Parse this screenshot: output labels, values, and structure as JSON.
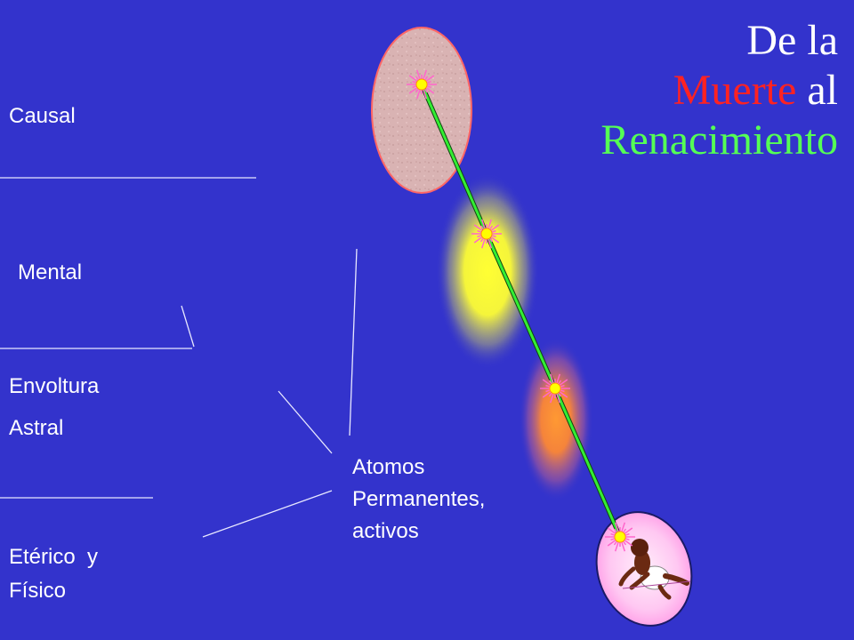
{
  "title": {
    "line1": "De la",
    "line2_red": "Muerte",
    "line2_white": "al",
    "line3": "Renacimiento"
  },
  "bodies": {
    "causal": "Causal",
    "mental": "Mental",
    "astral_1": "Envoltura",
    "astral_2": "Astral",
    "etheric_1": "Etérico  y",
    "etheric_2": "Físico"
  },
  "atoms_label": {
    "line1": "Atomos",
    "line2": "Permanentes,",
    "line3": "activos"
  },
  "colors": {
    "background": "#3333cc",
    "causal_body": "#d8b0b0",
    "mental_glow": "#ffff33",
    "astral_glow": "#ff8833",
    "physical_egg": "#ffb8f0",
    "thread": "#33dd33",
    "title_red": "#ff2222",
    "title_green": "#55ff55"
  },
  "icons": [
    "atom-burst-icon",
    "baby-icon"
  ]
}
